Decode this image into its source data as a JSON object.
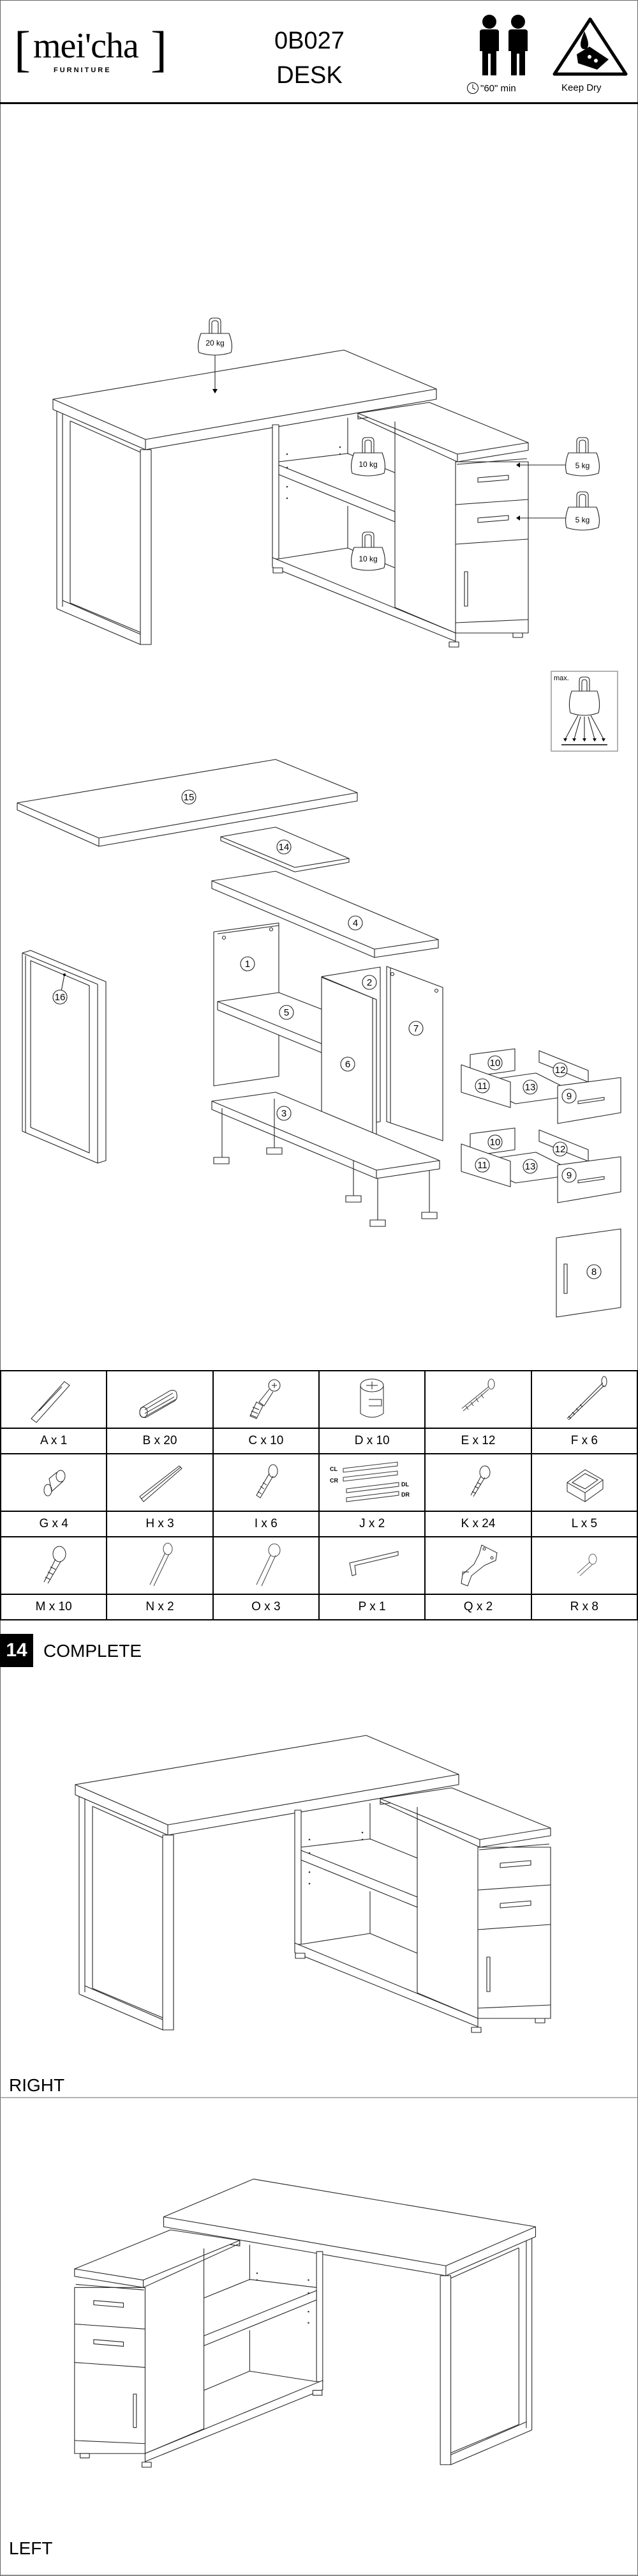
{
  "header": {
    "logo_text": "mei'cha",
    "logo_sub": "FURNITURE",
    "model": "0B027",
    "product": "DESK",
    "time": "\"60\" min",
    "keep_dry": "Keep Dry"
  },
  "weights": {
    "desktop": "20 kg",
    "shelf_upper": "10 kg",
    "shelf_lower": "10 kg",
    "drawer_upper": "5 kg",
    "drawer_lower": "5 kg",
    "max_label": "max."
  },
  "parts": {
    "p1": "1",
    "p2": "2",
    "p3": "3",
    "p4": "4",
    "p5": "5",
    "p6": "6",
    "p7": "7",
    "p8": "8",
    "p9": "9",
    "p10": "10",
    "p11": "11",
    "p12": "12",
    "p13": "13",
    "p14": "14",
    "p15": "15",
    "p16": "16"
  },
  "hardware": [
    {
      "label": "A x 1",
      "icon": "plastic-anchor-icon"
    },
    {
      "label": "B x 20",
      "icon": "wood-dowel-icon"
    },
    {
      "label": "C x 10",
      "icon": "cam-bolt-icon"
    },
    {
      "label": "D x 10",
      "icon": "cam-lock-icon"
    },
    {
      "label": "E x 12",
      "icon": "wood-screw-icon"
    },
    {
      "label": "F x 6",
      "icon": "long-screw-icon"
    },
    {
      "label": "G x 4",
      "icon": "shelf-pin-icon"
    },
    {
      "label": "H x 3",
      "icon": "handle-bar-icon"
    },
    {
      "label": "I x 6",
      "icon": "machine-screw-icon"
    },
    {
      "label": "J x 2",
      "icon": "drawer-slide-icon",
      "slides": [
        "CL",
        "CR",
        "DL",
        "DR"
      ]
    },
    {
      "label": "K x 24",
      "icon": "short-screw-icon"
    },
    {
      "label": "L x 5",
      "icon": "leveling-foot-icon"
    },
    {
      "label": "M x 10",
      "icon": "pan-head-screw-icon"
    },
    {
      "label": "N x 2",
      "icon": "bolt-icon"
    },
    {
      "label": "O x 3",
      "icon": "flat-bolt-icon"
    },
    {
      "label": "P x 1",
      "icon": "allen-key-icon"
    },
    {
      "label": "Q x 2",
      "icon": "hinge-icon"
    },
    {
      "label": "R x 8",
      "icon": "tiny-screw-icon"
    }
  ],
  "step": {
    "number": "14",
    "title": "COMPLETE"
  },
  "views": {
    "right": "RIGHT",
    "left": "LEFT"
  }
}
